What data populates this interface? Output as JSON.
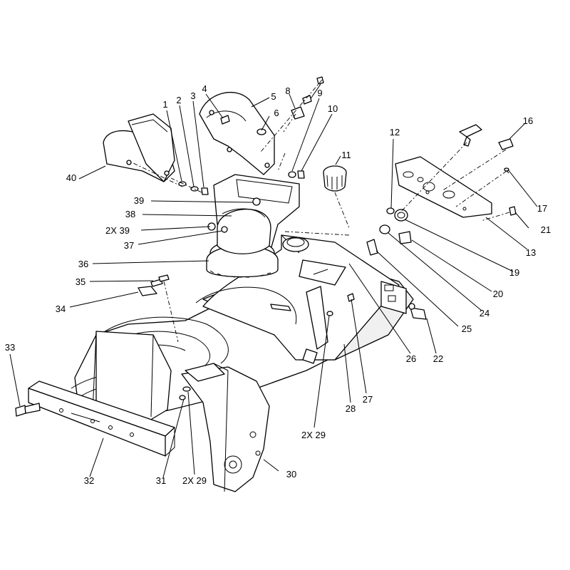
{
  "callouts": [
    {
      "id": "c1",
      "text": "1"
    },
    {
      "id": "c2",
      "text": "2"
    },
    {
      "id": "c3",
      "text": "3"
    },
    {
      "id": "c4",
      "text": "4"
    },
    {
      "id": "c5",
      "text": "5"
    },
    {
      "id": "c6",
      "text": "6"
    },
    {
      "id": "c8",
      "text": "8"
    },
    {
      "id": "c9",
      "text": "9"
    },
    {
      "id": "c10",
      "text": "10"
    },
    {
      "id": "c11",
      "text": "11"
    },
    {
      "id": "c12",
      "text": "12"
    },
    {
      "id": "c16",
      "text": "16"
    },
    {
      "id": "c17",
      "text": "17"
    },
    {
      "id": "c13",
      "text": "13"
    },
    {
      "id": "c19",
      "text": "19"
    },
    {
      "id": "c20",
      "text": "20"
    },
    {
      "id": "c21",
      "text": "21"
    },
    {
      "id": "c24",
      "text": "24"
    },
    {
      "id": "c25",
      "text": "25"
    },
    {
      "id": "c22",
      "text": "22"
    },
    {
      "id": "c26",
      "text": "26"
    },
    {
      "id": "c27",
      "text": "27"
    },
    {
      "id": "c28",
      "text": "28"
    },
    {
      "id": "c29a",
      "text": "2X 29"
    },
    {
      "id": "c29b",
      "text": "2X 29"
    },
    {
      "id": "c30",
      "text": "30"
    },
    {
      "id": "c31",
      "text": "31"
    },
    {
      "id": "c32",
      "text": "32"
    },
    {
      "id": "c33",
      "text": "33"
    },
    {
      "id": "c34",
      "text": "34"
    },
    {
      "id": "c35",
      "text": "35"
    },
    {
      "id": "c36",
      "text": "36"
    },
    {
      "id": "c37",
      "text": "37"
    },
    {
      "id": "c38",
      "text": "38"
    },
    {
      "id": "c39a",
      "text": "39"
    },
    {
      "id": "c39b",
      "text": "2X 39"
    },
    {
      "id": "c40",
      "text": "40"
    }
  ]
}
